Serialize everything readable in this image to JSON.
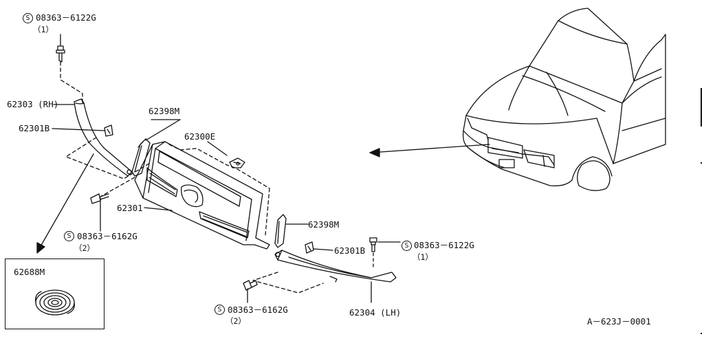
{
  "diagram_code": "A－623J－0001",
  "parts": {
    "bolt_top": {
      "symbol": "S",
      "number": "08363－6122G",
      "qty": "（1）"
    },
    "molding_rh": {
      "number": "62303 (RH)"
    },
    "clip_left": {
      "number": "62301B"
    },
    "seal_upper": {
      "number": "62398M"
    },
    "emblem": {
      "number": "62300E"
    },
    "grille": {
      "number": "62301"
    },
    "screw_left": {
      "symbol": "S",
      "number": "08363－6162G",
      "qty": "（2）"
    },
    "inset_part": {
      "number": "62688M"
    },
    "seal_lower": {
      "number": "62398M"
    },
    "clip_right": {
      "number": "62301B"
    },
    "bolt_right": {
      "symbol": "S",
      "number": "08363－6122G",
      "qty": "（1）"
    },
    "screw_bottom": {
      "symbol": "S",
      "number": "08363－6162G",
      "qty": "（2）"
    },
    "molding_lh": {
      "number": "62304 (LH)"
    }
  }
}
